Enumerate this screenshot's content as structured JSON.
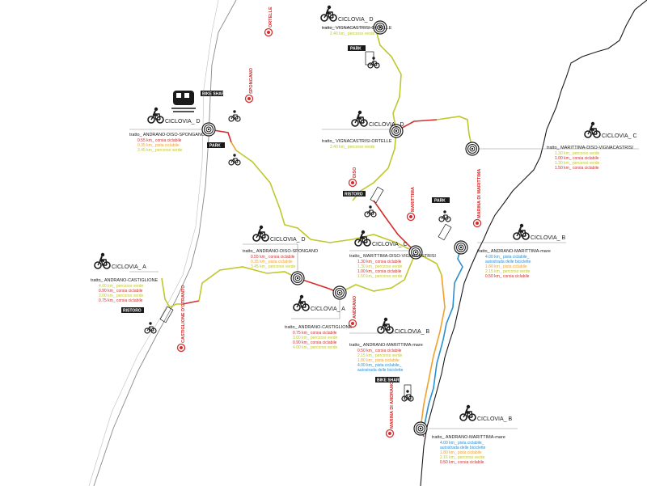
{
  "colors": {
    "red": "#d42d2d",
    "yellow_green": "#bfc72c",
    "orange": "#f0a12a",
    "blue": "#2b8fd1",
    "dark": "#1a1a1a",
    "grey": "#8a8a8a"
  },
  "tags": {
    "bike_sharing_1": "BIKE SHARING",
    "park_1": "PARK",
    "park_2": "PARK",
    "ristoro_1": "RISTORO",
    "ristoro_2": "RISTORO",
    "park_3": "PARK",
    "bike_sharing_2": "BIKE SHARING"
  },
  "places": {
    "ortelle": "ORTELLE",
    "spongano": "SPONGANO",
    "diso": "DISO",
    "marittima": "MARITTIMA",
    "marina_marittima": "MARINA DI MARITTIMA",
    "castiglione": "CASTIGLIONE D'OTRANTO",
    "andrano": "ANDRANO",
    "marina_andrano": "MARINA DI ANDRANO"
  },
  "routes": {
    "d_vign": {
      "title": "CICLOVIA_ D",
      "subtitle": "tratto_ VIGNACASTRISI-ORTELLE",
      "lines": [
        {
          "text": "2.40 km_ percorso verde",
          "color": "yellow_green"
        }
      ]
    },
    "d_and_sp": {
      "title": "CICLOVIA_ D",
      "subtitle": "tratto_ ANDRANO-DISO-SPONGANO",
      "lines": [
        {
          "text": "0.55 km_ corsia ciclabile",
          "color": "red"
        },
        {
          "text": "0.35 km_ pista ciclabile",
          "color": "orange"
        },
        {
          "text": "3.45 km_ percorso verde",
          "color": "yellow_green"
        }
      ]
    },
    "d_vign_b": {
      "title": "CICLOVIA_ D",
      "subtitle": "tratto_ VIGNACASTRISI-ORTELLE",
      "lines": [
        {
          "text": "2.40 km_ percorso verde",
          "color": "yellow_green"
        }
      ]
    },
    "c_right": {
      "title": "CICLOVIA_ C",
      "subtitle": "tratto_ MARITTIMA-DISO-VIGNACASTRISI",
      "lines": [
        {
          "text": "1.30 km_ percorso verde",
          "color": "yellow_green"
        },
        {
          "text": "1.00 km_ corsia ciclabile",
          "color": "red"
        },
        {
          "text": "1.30 km_ percorso verde",
          "color": "yellow_green"
        },
        {
          "text": "1.50 km_ corsia ciclabile",
          "color": "red"
        }
      ]
    },
    "d_mid": {
      "title": "CICLOVIA_ D",
      "subtitle": "tratto_ ANDRANO-DISO-SPONGANO",
      "lines": [
        {
          "text": "0.55 km_ corsia ciclabile",
          "color": "red"
        },
        {
          "text": "0.35 km_ pista ciclabile",
          "color": "orange"
        },
        {
          "text": "3.45 km_ percorso verde",
          "color": "yellow_green"
        }
      ]
    },
    "c_mid": {
      "title": "CICLOVIA_ C",
      "subtitle": "tratto_ MARITTIMA-DISO-VIGNACASTRISI",
      "lines": [
        {
          "text": "1.30 km_ corsia ciclabile",
          "color": "red"
        },
        {
          "text": "1.30 km_ percorso verde",
          "color": "yellow_green"
        },
        {
          "text": "1.00 km_ corsia ciclabile",
          "color": "red"
        },
        {
          "text": "1.50 km_ percorso verde",
          "color": "yellow_green"
        }
      ]
    },
    "b_top": {
      "title": "CICLOVIA_ B",
      "subtitle": "tratto_ ANDRANO-MARITTIMA-mare",
      "lines": [
        {
          "text": "4.00 km_ pista ciclabile_",
          "color": "blue"
        },
        {
          "text": "autostrada delle biciclette",
          "color": "blue"
        },
        {
          "text": "1.80 km_ pista ciclabile",
          "color": "orange"
        },
        {
          "text": "2.15 km_ percorso verde",
          "color": "yellow_green"
        },
        {
          "text": "0.50 km_ corsia ciclabile",
          "color": "red"
        }
      ]
    },
    "a_left": {
      "title": "CICLOVIA_ A",
      "subtitle": "tratto_ ANDRANO-CASTIGLIONE",
      "lines": [
        {
          "text": "4.00 km_ percorso verde",
          "color": "yellow_green"
        },
        {
          "text": "0.90 km_ corsia ciclabile",
          "color": "red"
        },
        {
          "text": "3.00 km_ percorso verde",
          "color": "yellow_green"
        },
        {
          "text": "0.75 km_ corsia ciclabile",
          "color": "red"
        }
      ]
    },
    "a_mid": {
      "title": "CICLOVIA_ A",
      "subtitle": "tratto_ ANDRANO-CASTIGLIONE",
      "lines": [
        {
          "text": "0.75 km_ corsia ciclabile",
          "color": "red"
        },
        {
          "text": "3.00 km_ percorso verde",
          "color": "yellow_green"
        },
        {
          "text": "0.90 km_ corsia ciclabile",
          "color": "red"
        },
        {
          "text": "4.00 km_ percorso verde",
          "color": "yellow_green"
        }
      ]
    },
    "b_mid": {
      "title": "CICLOVIA_ B",
      "subtitle": "tratto_ ANDRANO-MARITTIMA-mare",
      "lines": [
        {
          "text": "0.50 km_ corsia ciclabile",
          "color": "red"
        },
        {
          "text": "2.15 km_ percorso verde",
          "color": "yellow_green"
        },
        {
          "text": "1.80 km_ pista ciclabile",
          "color": "orange"
        },
        {
          "text": "4.00 km_ pista ciclabile_",
          "color": "blue"
        },
        {
          "text": "autostrada delle biciclette",
          "color": "blue"
        }
      ]
    },
    "b_bot": {
      "title": "CICLOVIA_ B",
      "subtitle": "tratto_ ANDRANO-MARITTIMA-mare",
      "lines": [
        {
          "text": "4.00 km_ pista ciclabile_",
          "color": "blue"
        },
        {
          "text": "autostrada delle biciclette",
          "color": "blue"
        },
        {
          "text": "1.80 km_ pista ciclabile",
          "color": "orange"
        },
        {
          "text": "2.15 km_ percorso verde",
          "color": "yellow_green"
        },
        {
          "text": "0.50 km_ corsia ciclabile",
          "color": "red"
        }
      ]
    }
  }
}
